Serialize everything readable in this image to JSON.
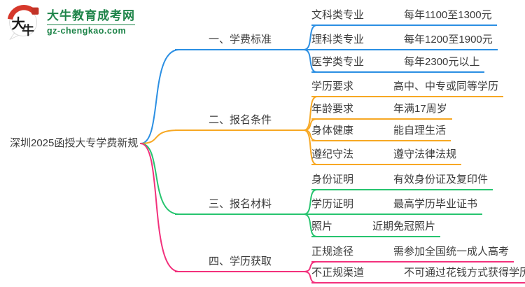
{
  "logo": {
    "icon_text": "大牛",
    "title": "大牛教育成考网",
    "subtitle": "gz-chengkao.com",
    "brand_color": "#1E8449"
  },
  "root": {
    "label": "深圳2025函授大专学费新规"
  },
  "theme": {
    "background": "#FFFFFF",
    "text_color": "#3B3B3B",
    "branch_colors": [
      "#2B8FE3",
      "#F7A823",
      "#27C46F",
      "#F2317C"
    ]
  },
  "branches": [
    {
      "label": "一、学费标准",
      "color": "#2B8FE3",
      "children": [
        {
          "key": "文科类专业",
          "value": "每年1100至1300元"
        },
        {
          "key": "理科类专业",
          "value": "每年1200至1900元"
        },
        {
          "key": "医学类专业",
          "value": "每年2300元以上"
        }
      ]
    },
    {
      "label": "二、报名条件",
      "color": "#F7A823",
      "children": [
        {
          "key": "学历要求",
          "value": "高中、中专或同等学历"
        },
        {
          "key": "年龄要求",
          "value": "年满17周岁"
        },
        {
          "key": "身体健康",
          "value": "能自理生活"
        },
        {
          "key": "遵纪守法",
          "value": "遵守法律法规"
        }
      ]
    },
    {
      "label": "三、报名材料",
      "color": "#27C46F",
      "children": [
        {
          "key": "身份证明",
          "value": "有效身份证及复印件"
        },
        {
          "key": "学历证明",
          "value": "最高学历毕业证书"
        },
        {
          "key": "照片",
          "value": "近期免冠照片"
        }
      ]
    },
    {
      "label": "四、学历获取",
      "color": "#F2317C",
      "children": [
        {
          "key": "正规途径",
          "value": "需参加全国统一成人高考"
        },
        {
          "key": "不正规渠道",
          "value": "不可通过花钱方式获得学历"
        }
      ]
    }
  ]
}
